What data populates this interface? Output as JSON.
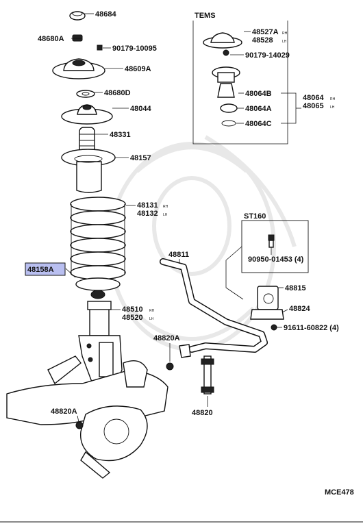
{
  "section_tems": "TEMS",
  "section_st160": "ST160",
  "figure_code": "MCE478",
  "highlight_color": "#b9bff0",
  "parts": {
    "p48684": "48684",
    "p48680A": "48680A",
    "p90179_10095": "90179-10095",
    "p48609A": "48609A",
    "p48680D": "48680D",
    "p48044": "48044",
    "p48331": "48331",
    "p48157": "48157",
    "p48131": "48131",
    "p48131_sub": "RH",
    "p48132": "48132",
    "p48132_sub": "LH",
    "p48158A": "48158A",
    "p48510": "48510",
    "p48510_sub": "RH",
    "p48520": "48520",
    "p48520_sub": "LH",
    "p48820A_upper": "48820A",
    "p48820A_lower": "48820A",
    "p48820": "48820",
    "p48811": "48811",
    "p48527A": "48527A",
    "p48527A_sub": "RH",
    "p48528": "48528",
    "p48528_sub": "LH",
    "p90179_14029": "90179-14029",
    "p48064B": "48064B",
    "p48064A": "48064A",
    "p48064C": "48064C",
    "p48064": "48064",
    "p48064_sub": "RH",
    "p48065": "48065",
    "p48065_sub": "LH",
    "p90950_01453": "90950-01453 (4)",
    "p48815": "48815",
    "p48824": "48824",
    "p91611_60822": "91611-60822 (4)"
  }
}
